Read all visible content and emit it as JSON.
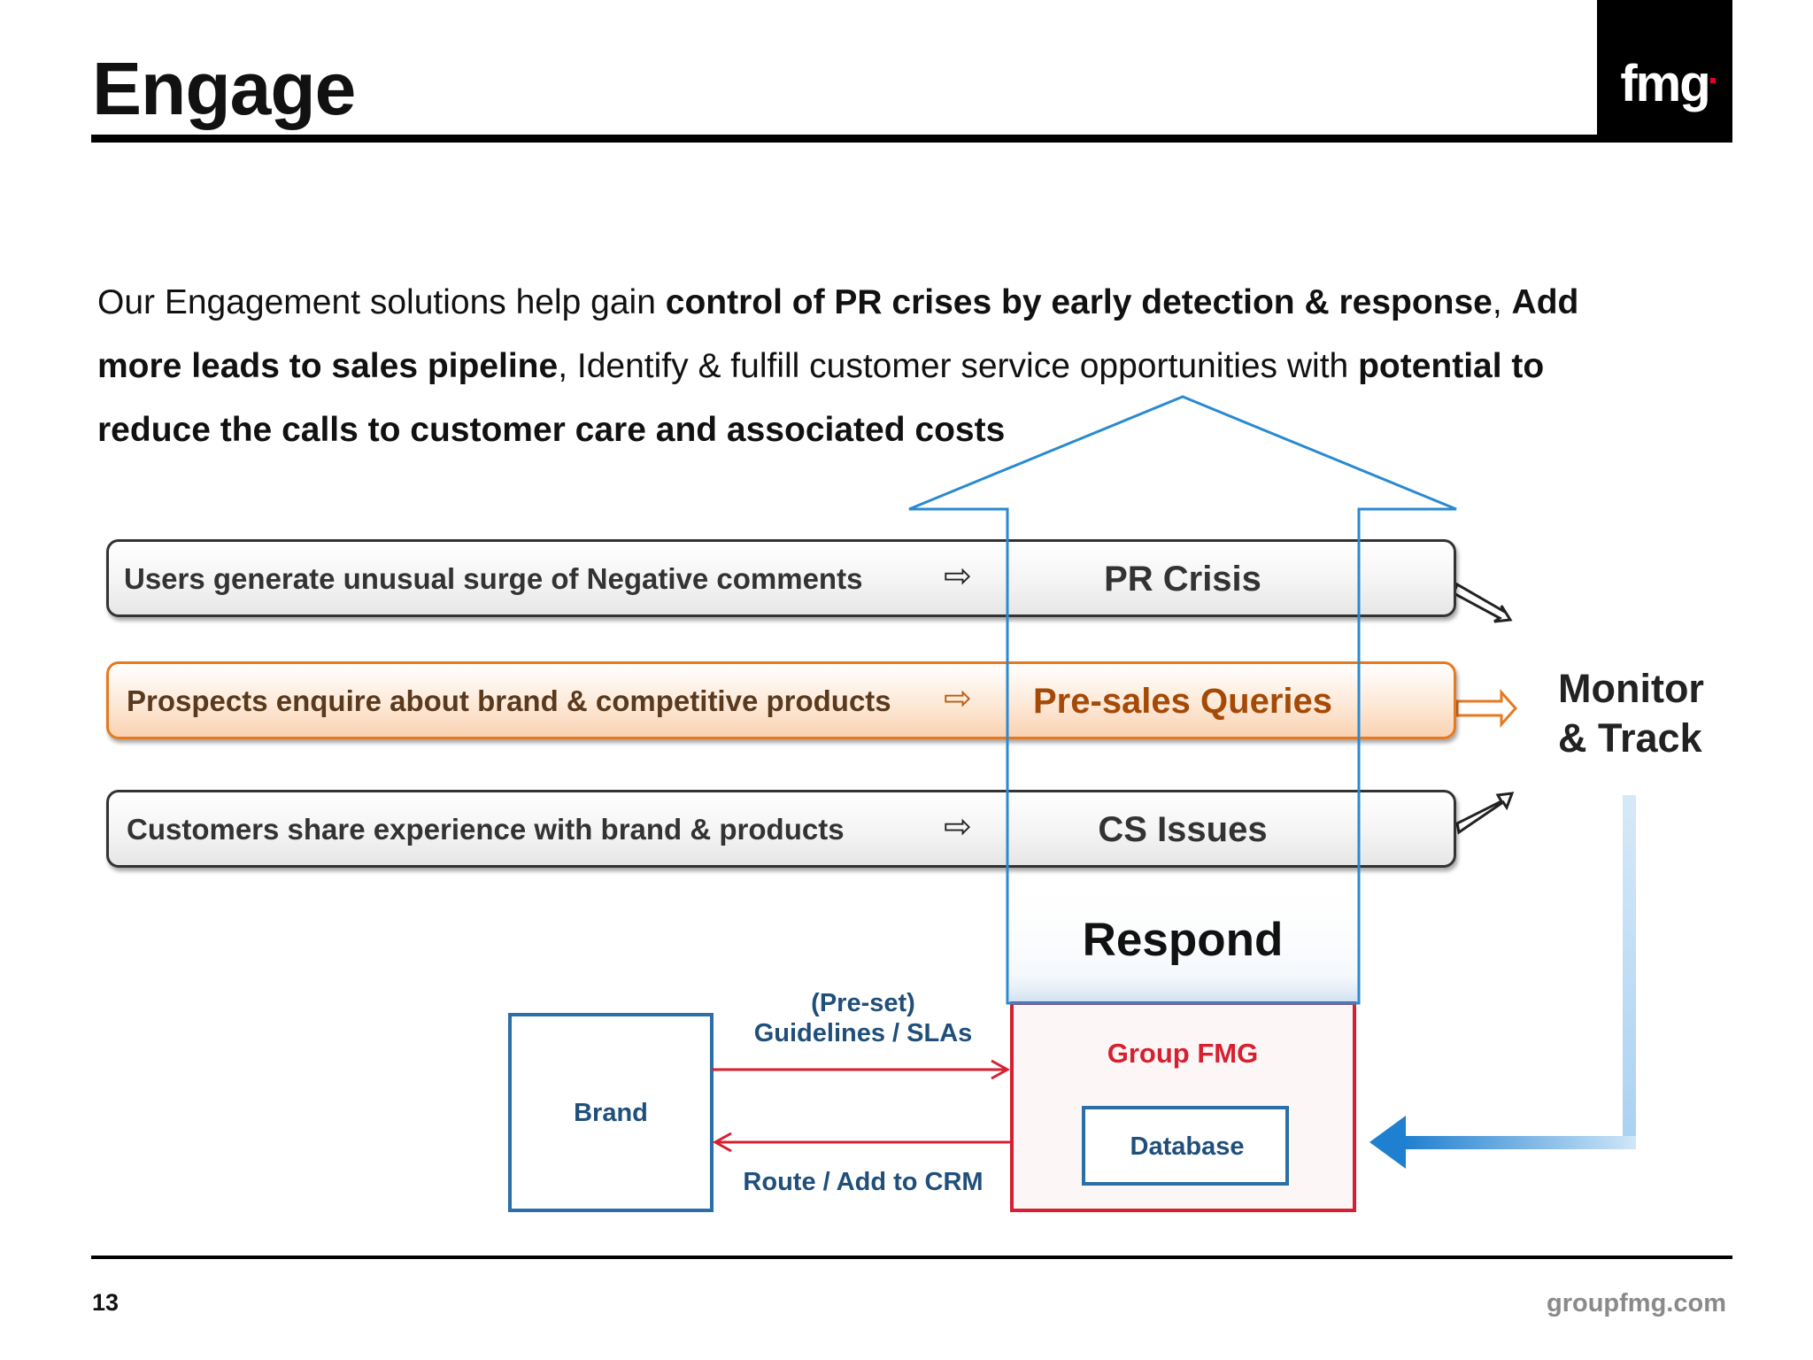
{
  "title": "Engage",
  "logo": {
    "text": "fmg"
  },
  "intro": {
    "p1": "Our Engagement solutions help gain ",
    "b1": "control of PR crises by early detection & response",
    "p2": ", ",
    "b2": "Add more leads to sales pipeline",
    "p3": ", Identify & fulfill customer service opportunities with ",
    "b3": "potential to reduce the calls to customer care and associated costs"
  },
  "rows": [
    {
      "text": "Users generate unusual surge of Negative comments",
      "label": "PR Crisis"
    },
    {
      "text": "Prospects enquire about brand & competitive products",
      "label": "Pre-sales Queries"
    },
    {
      "text": "Customers share experience with brand & products",
      "label": "CS Issues"
    }
  ],
  "arrow_glyph": "⇨",
  "monitor": {
    "line1": "Monitor",
    "line2": "& Track"
  },
  "respond": "Respond",
  "flow": {
    "brand": "Brand",
    "guidelines_line1": "(Pre-set)",
    "guidelines_line2": "Guidelines / SLAs",
    "route": "Route / Add to CRM",
    "group_fmg": "Group FMG",
    "database": "Database"
  },
  "footer": {
    "page_number": "13",
    "website": "groupfmg.com"
  },
  "colors": {
    "accent_orange": "#e57a20",
    "respond_blue": "#2a8ad0",
    "dark_blue": "#1f5f99",
    "group_red": "#d62030"
  }
}
